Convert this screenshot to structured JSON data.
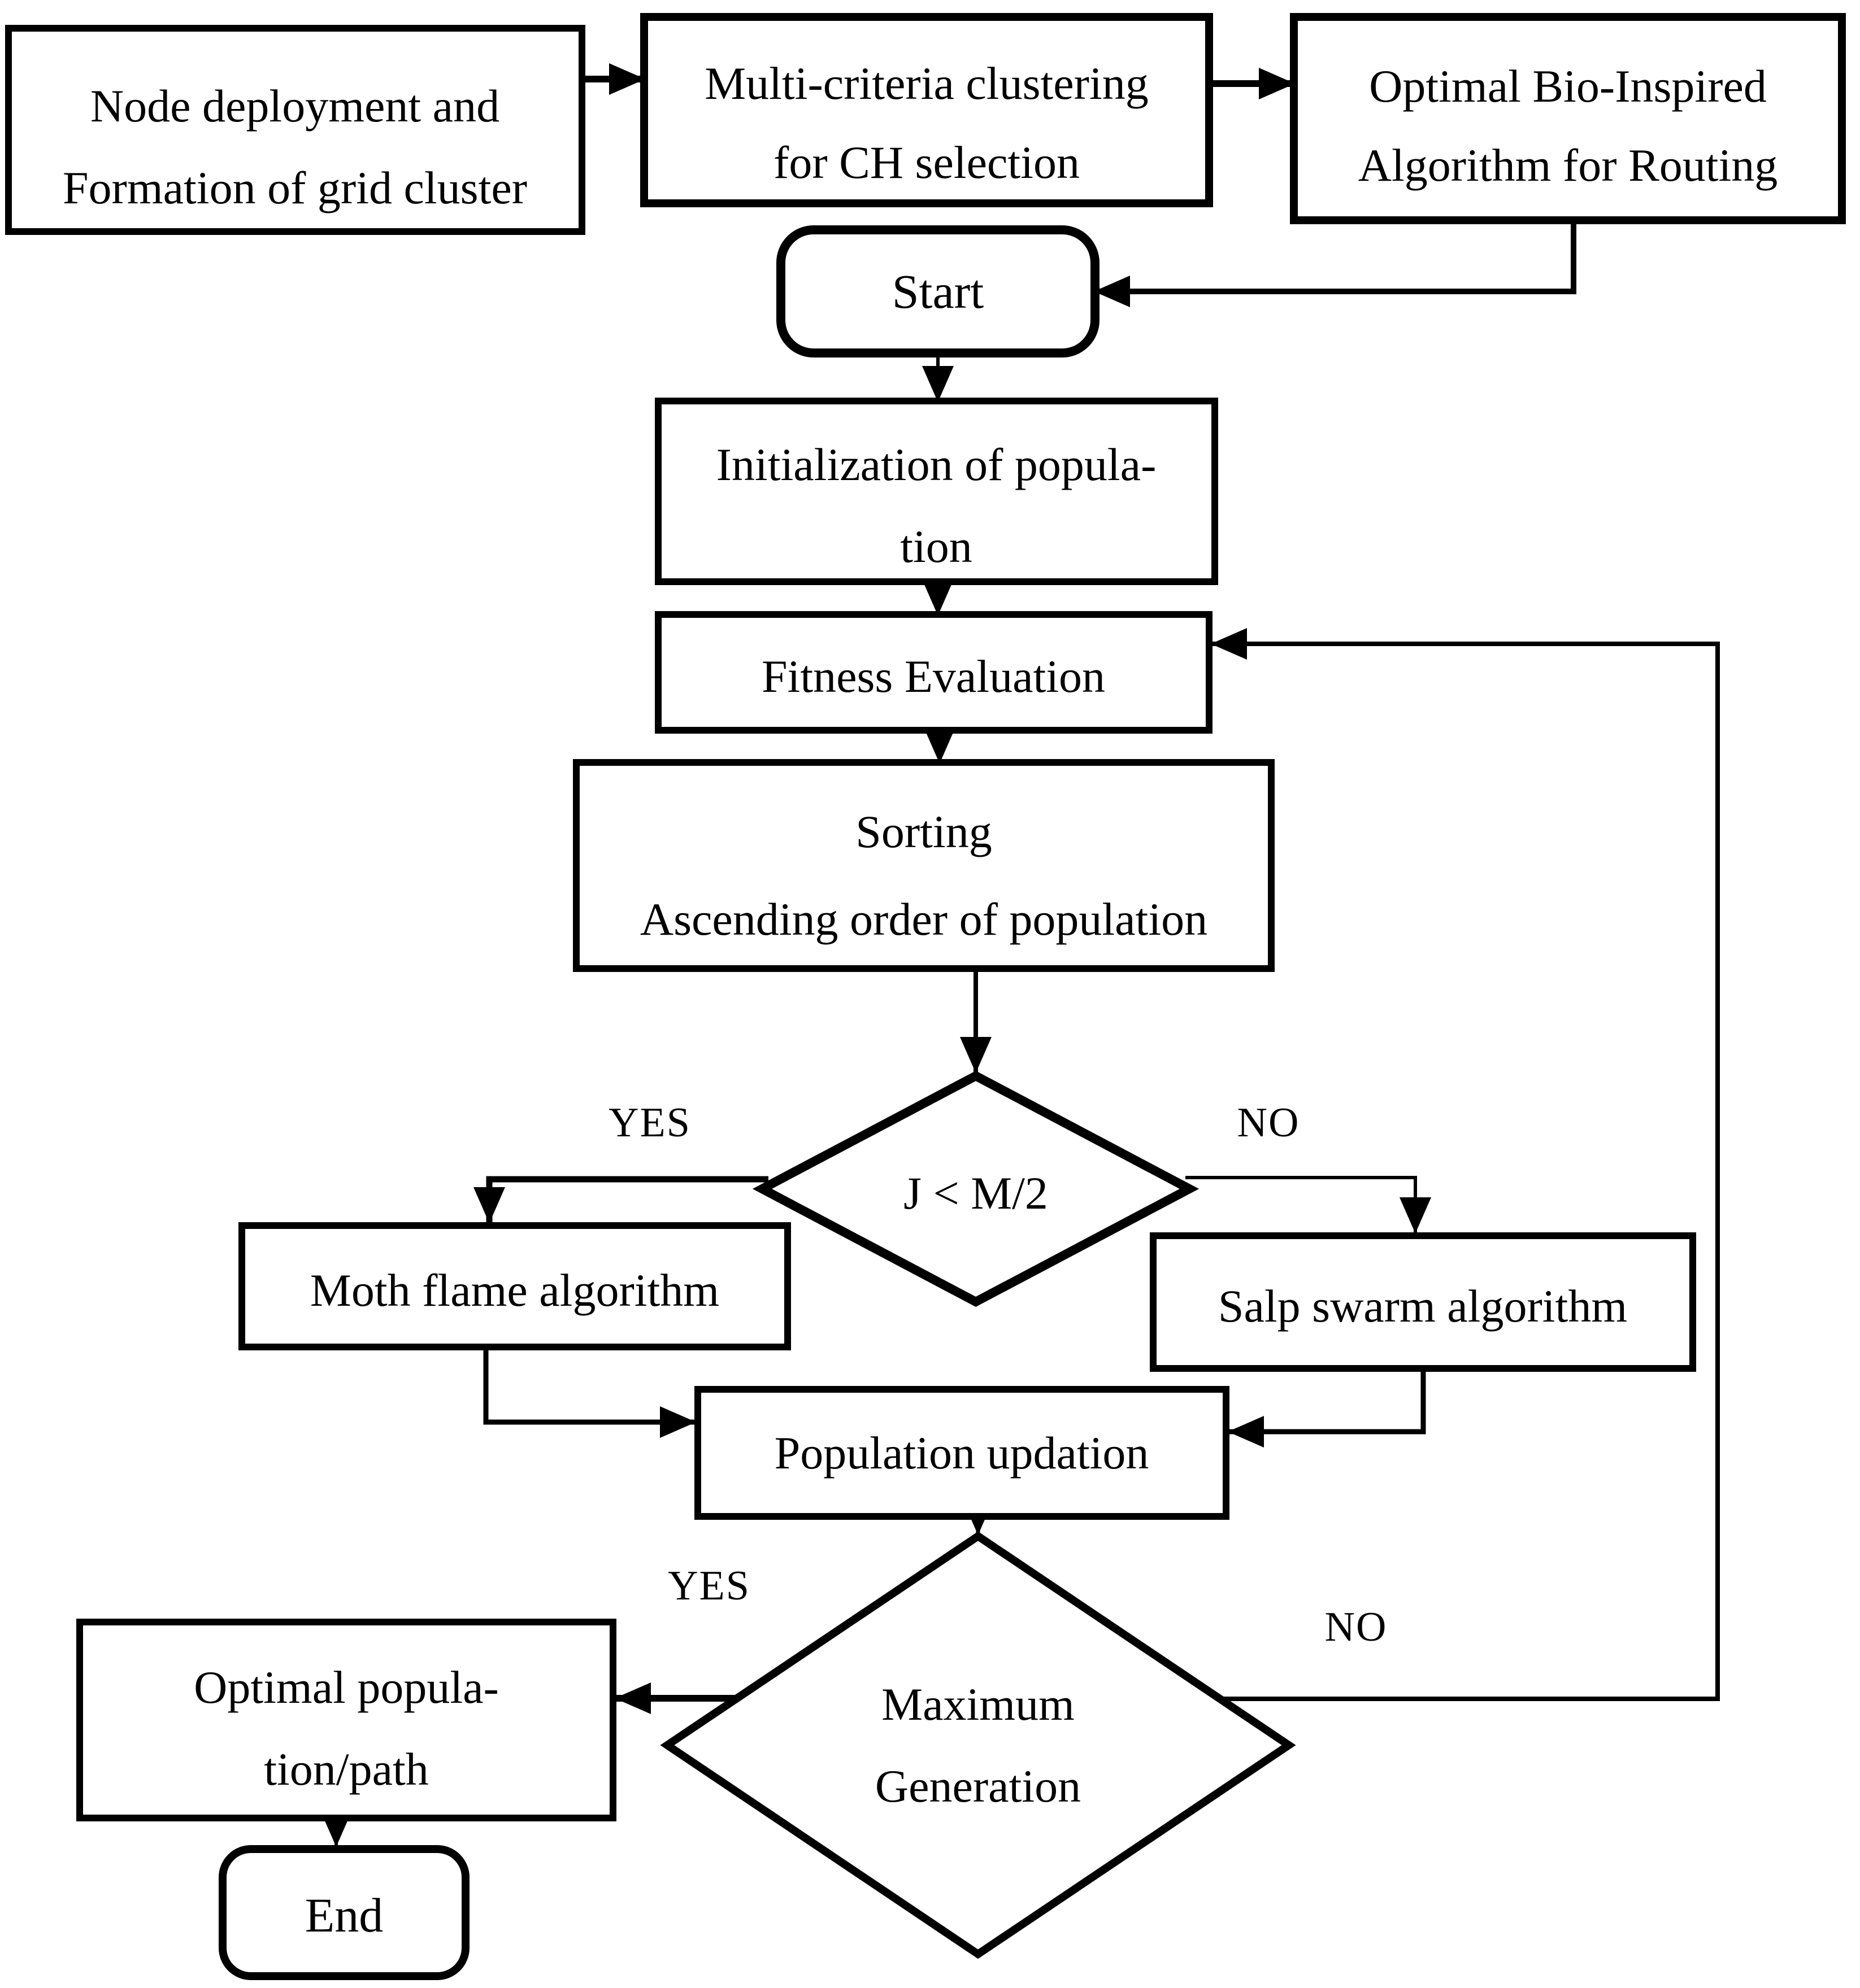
{
  "diagram": {
    "title_implied": "Flowchart of optimal bio-inspired routing with moth flame / salp swarm algorithms",
    "colors": {
      "ink": "#000000",
      "paper": "#ffffff"
    },
    "nodes": {
      "node_deployment": {
        "line1": "Node deployment and",
        "line2": "Formation of grid cluster"
      },
      "multi_criteria": {
        "line1": "Multi-criteria clustering",
        "line2": "for CH selection"
      },
      "bio_inspired": {
        "line1": "Optimal Bio-Inspired",
        "line2": "Algorithm for Routing"
      },
      "start": {
        "label": "Start"
      },
      "initialization": {
        "line1": "Initialization of popula-",
        "line2": "tion"
      },
      "fitness": {
        "label": "Fitness Evaluation"
      },
      "sorting": {
        "line1": "Sorting",
        "line2": "Ascending order of population"
      },
      "decision_jm": {
        "label": "J < M/2"
      },
      "moth_flame": {
        "label": "Moth flame algorithm"
      },
      "salp_swarm": {
        "label": "Salp swarm algorithm"
      },
      "population_updation": {
        "label": "Population updation"
      },
      "decision_maxgen": {
        "line1": "Maximum",
        "line2": "Generation"
      },
      "optimal_population": {
        "line1": "Optimal popula-",
        "line2": "tion/path"
      },
      "end": {
        "label": "End"
      }
    },
    "edge_labels": {
      "jm_yes": "YES",
      "jm_no": "NO",
      "maxgen_yes": "YES",
      "maxgen_no": "NO"
    }
  }
}
